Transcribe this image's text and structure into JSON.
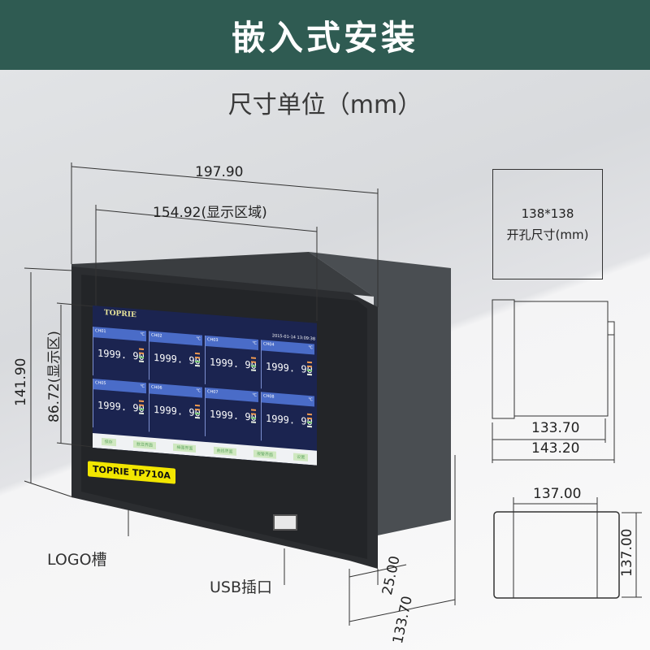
{
  "header": {
    "title": "嵌入式安装"
  },
  "subtitle": "尺寸单位（mm）",
  "dimensions": {
    "front_width": "197.90",
    "display_width": "154.92(显示区域)",
    "front_height": "141.90",
    "display_height": "86.72(显示区)",
    "bezel_depth": "25.00",
    "body_depth": "133.70",
    "side_body": "133.70",
    "side_total": "143.20",
    "rear_width": "137.00",
    "rear_height": "137.00"
  },
  "cutout": {
    "size": "138*138",
    "label": "开孔尺寸(mm)"
  },
  "callouts": {
    "logo_slot": "LOGO槽",
    "usb_port": "USB插口"
  },
  "device": {
    "model_label": "TOPRIE  TP710A",
    "screen": {
      "brand": "TOPRIE",
      "datetime": "2015-01-14 13:09:38",
      "unit": "℃",
      "channels": [
        {
          "name": "CH01",
          "value": "1999. 90"
        },
        {
          "name": "CH02",
          "value": "1999. 90"
        },
        {
          "name": "CH03",
          "value": "1999. 90"
        },
        {
          "name": "CH04",
          "value": "1999. 90"
        },
        {
          "name": "CH05",
          "value": "1999. 90"
        },
        {
          "name": "CH06",
          "value": "1999. 90"
        },
        {
          "name": "CH07",
          "value": "1999. 90"
        },
        {
          "name": "CH08",
          "value": "1999. 90"
        }
      ],
      "buttons": [
        "保存",
        "数显界面",
        "棒图界面",
        "曲线界面",
        "报警界面",
        "设置"
      ]
    }
  },
  "colors": {
    "header": "#2f5b52",
    "screen": "#1b2450",
    "channel_bar": "#4a6cc8",
    "label": "#f2e600"
  }
}
